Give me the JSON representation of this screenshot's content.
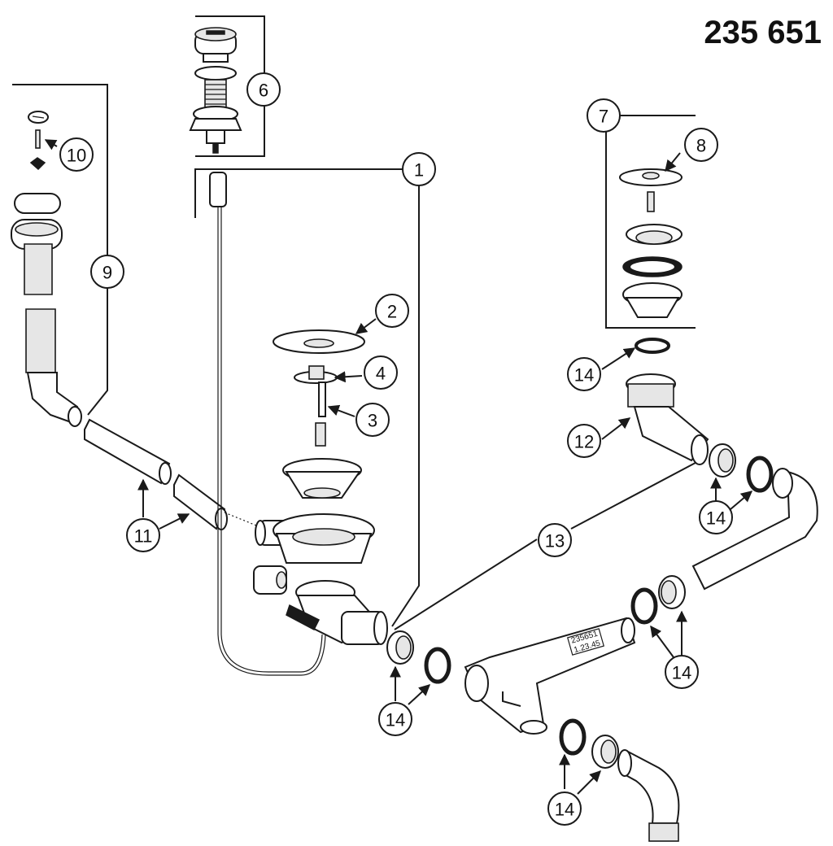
{
  "title": "235 651",
  "label_lines": [
    "235651",
    "1.23.45"
  ],
  "callouts": [
    "1",
    "2",
    "3",
    "4",
    "6",
    "7",
    "8",
    "9",
    "10",
    "11",
    "12",
    "13",
    "14"
  ]
}
